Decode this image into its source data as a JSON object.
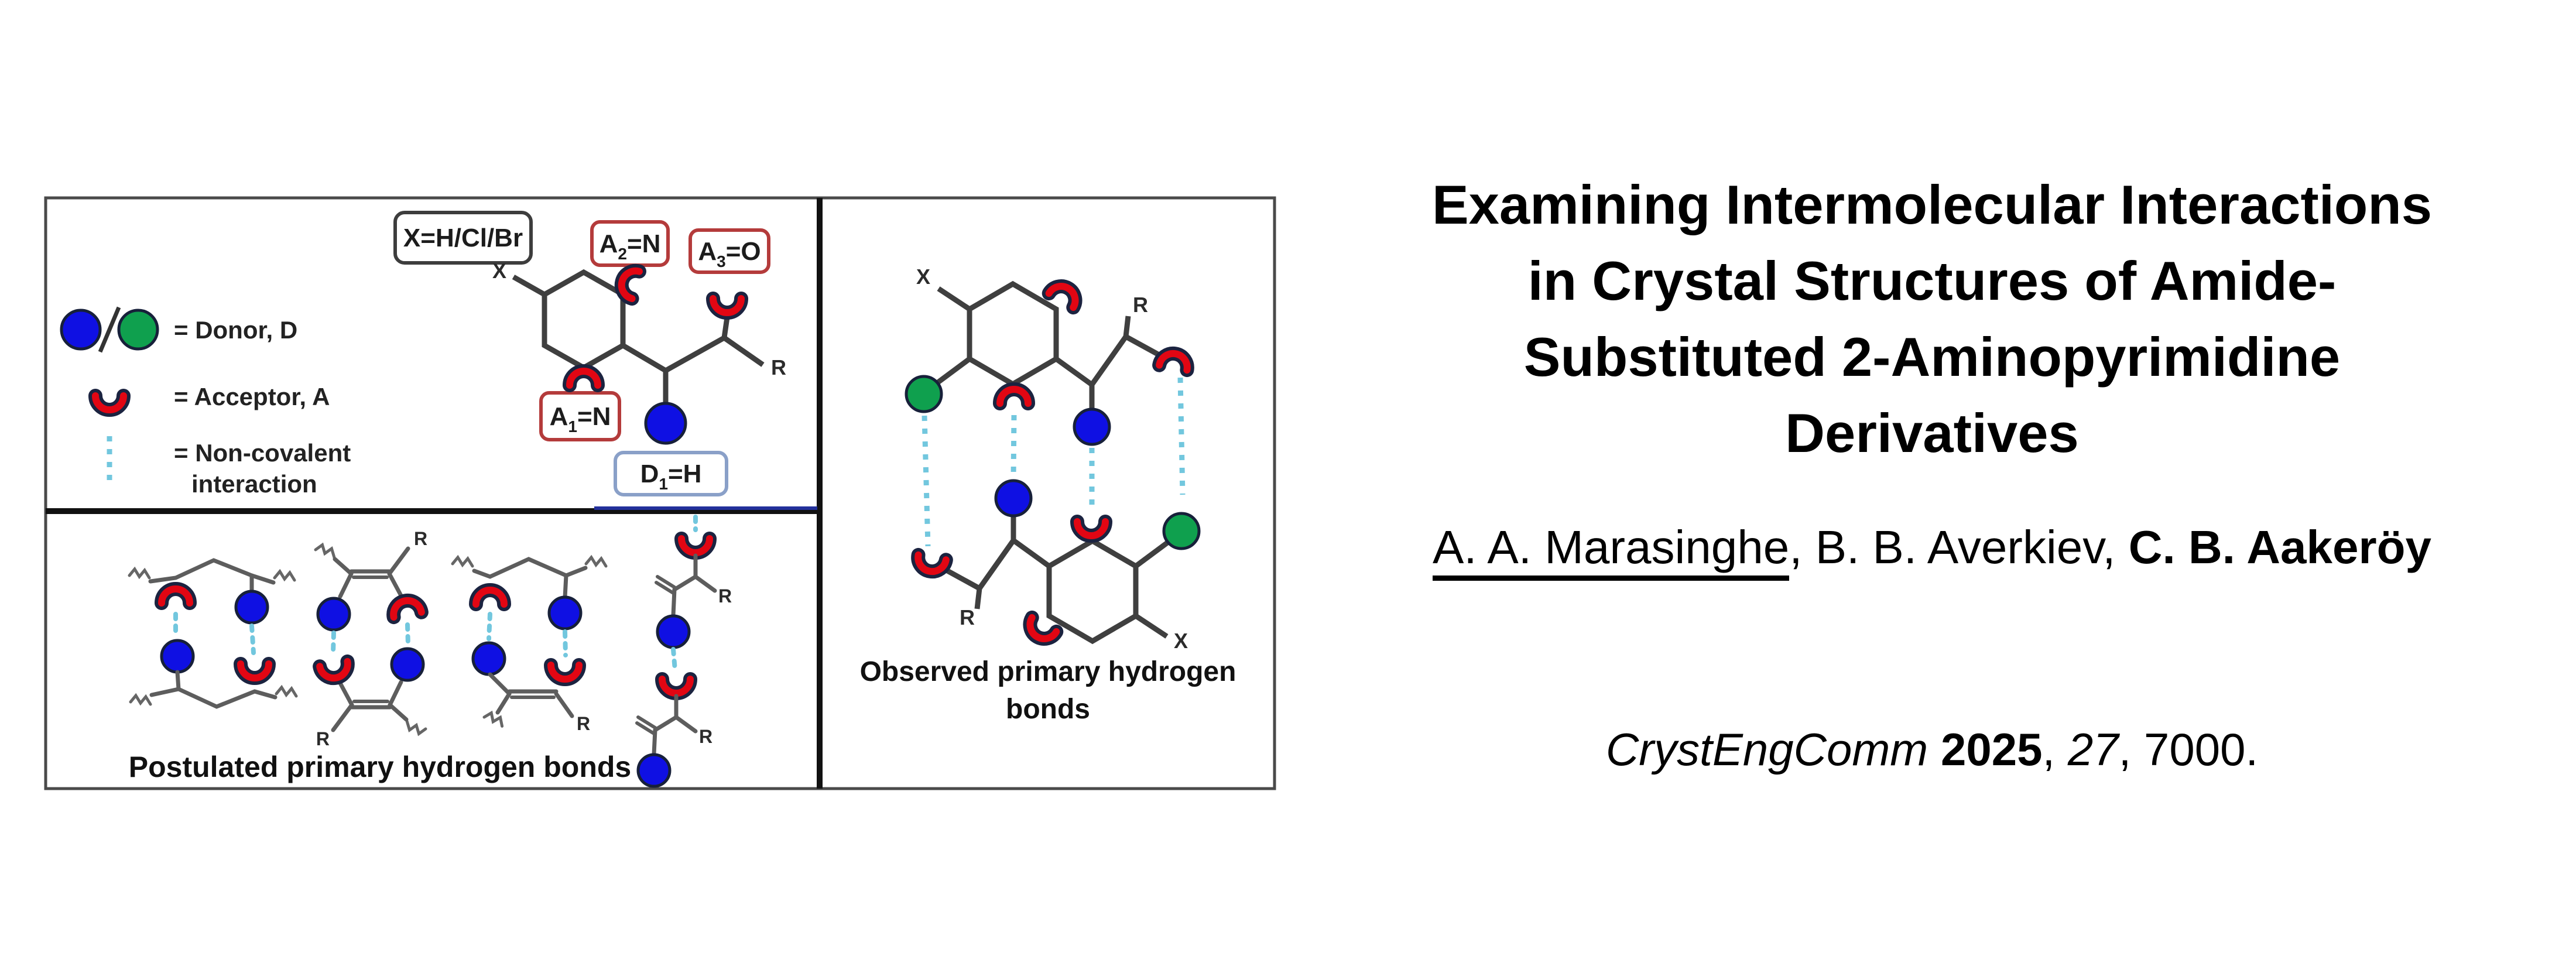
{
  "figure": {
    "legend": {
      "donor_label": "= Donor, D",
      "acceptor_label": "= Acceptor, A",
      "noncovalent_line1": "= Non-covalent",
      "noncovalent_line2": "interaction"
    },
    "scheme": {
      "x_box_label": "X=H/Cl/Br",
      "a2_box": {
        "pre": "A",
        "sub": "2",
        "post": "=N"
      },
      "a3_box": {
        "pre": "A",
        "sub": "3",
        "post": "=O"
      },
      "a1_box": {
        "pre": "A",
        "sub": "1",
        "post": "=N"
      },
      "d1_box": {
        "pre": "D",
        "sub": "1",
        "post": "=H"
      },
      "x_label": "X",
      "r_label": "R"
    },
    "postulated": {
      "caption": "Postulated primary hydrogen bonds",
      "r_label": "R"
    },
    "observed": {
      "caption_line1": "Observed primary hydrogen",
      "caption_line2": "bonds",
      "x_label": "X",
      "r_label": "R"
    },
    "colors": {
      "donor_blue": "#0f10e3",
      "donor_green": "#0fa04e",
      "acceptor_red": "#e20613",
      "noncovalent_cyan": "#72c7de",
      "red_box_border": "#b43b3b",
      "d1_box_border": "#8aa0c8",
      "x_box_border": "#3d3d3d",
      "bond_dark": "#3f3f3f",
      "bond_gray": "#5d5d5d",
      "divider_black": "#111111",
      "navy_accent": "#23309b"
    }
  },
  "text_panel": {
    "title_line1": "Examining Intermolecular Interactions",
    "title_line2": "in Crystal Structures of Amide-",
    "title_line3": "Substituted 2-Aminopyrimidine",
    "title_line4": "Derivatives",
    "authors": {
      "author1": "A. A. Marasinghe",
      "sep1": ", ",
      "author2": "B. B. Averkiev",
      "sep2": ", ",
      "author3": "C. B. Aakeröy"
    },
    "citation": {
      "journal": "CrystEngComm",
      "space": " ",
      "year": "2025",
      "sep1": ", ",
      "volume": "27",
      "sep2": ", ",
      "pages": "7000."
    }
  }
}
